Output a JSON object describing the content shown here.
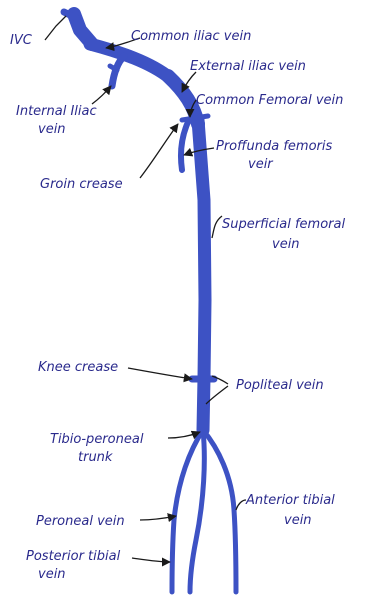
{
  "colors": {
    "vein": "#3d52c4",
    "label": "#2a2a8c",
    "pointer": "#1a1a1a",
    "background": "#ffffff"
  },
  "labels": {
    "ivc": "IVC",
    "common_iliac": "Common iliac vein",
    "external_iliac": "External iliac vein",
    "internal_iliac_line1": "Internal Iliac",
    "internal_iliac_line2": "vein",
    "common_femoral": "Common Femoral vein",
    "profunda_line1": "Proffunda femoris",
    "profunda_line2": "veir",
    "groin_crease": "Groin crease",
    "superficial_femoral_line1": "Superficial femoral",
    "superficial_femoral_line2": "vein",
    "knee_crease": "Knee crease",
    "popliteal": "Popliteal vein",
    "tibio_peroneal_line1": "Tibio-peroneal",
    "tibio_peroneal_line2": "trunk",
    "anterior_tibial_line1": "Anterior tibial",
    "anterior_tibial_line2": "vein",
    "peroneal": "Peroneal vein",
    "posterior_tibial_line1": "Posterior tibial",
    "posterior_tibial_line2": "vein"
  }
}
